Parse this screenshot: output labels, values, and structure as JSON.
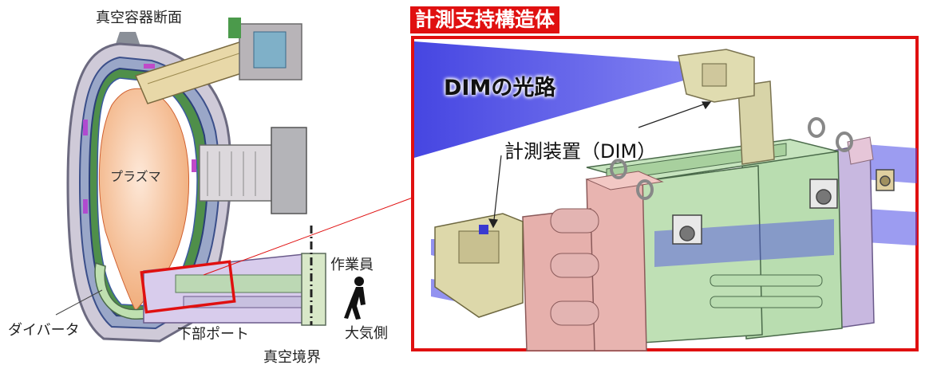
{
  "left_panel": {
    "vessel_section_label": "真空容器断面",
    "plasma_label": "プラズマ",
    "divertor_label": "ダイバータ",
    "lower_port_label": "下部ポート",
    "worker_label": "作業員",
    "atmosphere_side_label": "大気側",
    "vacuum_boundary_label": "真空境界"
  },
  "right_panel": {
    "title": "計測支持構造体",
    "optical_path_label": "DIMの光路",
    "instrument_label": "計測装置（DIM）"
  },
  "colors": {
    "highlight_red": "#e01010",
    "optical_path_blue": "#4a4ae6",
    "plasma_orange": "#f4b989",
    "support_green": "#b9ddb0",
    "support_pink": "#e8b4b0",
    "support_lavender": "#c8b8e0",
    "instrument_tan": "#d8d4a8"
  }
}
